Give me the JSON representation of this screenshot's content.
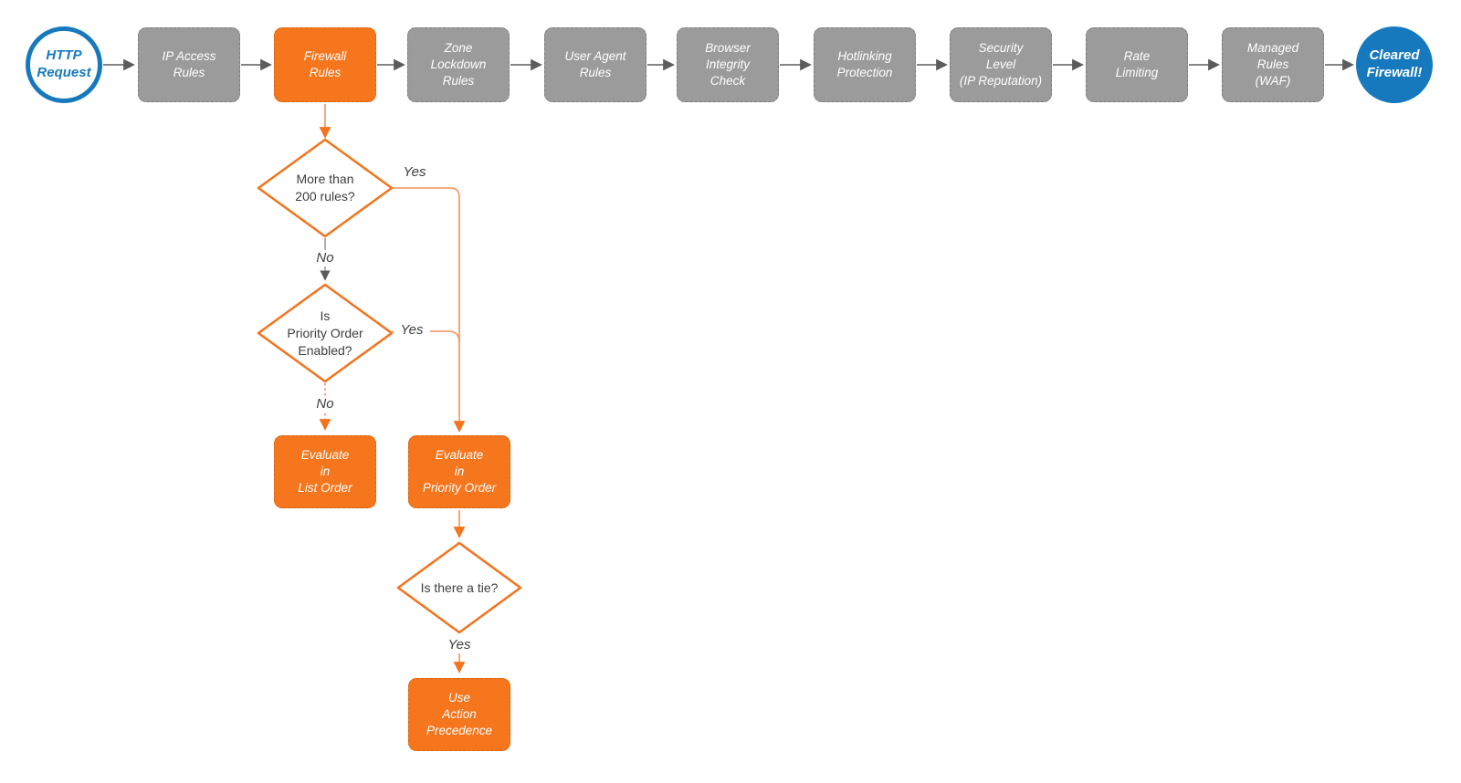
{
  "title": "HTTP request firewall evaluation flowchart",
  "colors": {
    "accent_orange": "#F5761D",
    "diamond_stroke": "#F4731C",
    "branch_line_orange": "#F5905A",
    "step_gray": "#9B9B9B",
    "brand_blue": "#1779BD",
    "connector_gray": "#5C5C5C",
    "text_dark": "#3E3E3E",
    "text_light": "#FFFFFF"
  },
  "start": {
    "label": "HTTP\nRequest"
  },
  "end": {
    "label": "Cleared\nFirewall!"
  },
  "pipeline": [
    {
      "label": "IP Access\nRules",
      "highlight": false
    },
    {
      "label": "Firewall\nRules",
      "highlight": true
    },
    {
      "label": "Zone\nLockdown\nRules",
      "highlight": false
    },
    {
      "label": "User Agent\nRules",
      "highlight": false
    },
    {
      "label": "Browser\nIntegrity\nCheck",
      "highlight": false
    },
    {
      "label": "Hotlinking\nProtection",
      "highlight": false
    },
    {
      "label": "Security\nLevel\n(IP Reputation)",
      "highlight": false
    },
    {
      "label": "Rate\nLimiting",
      "highlight": false
    },
    {
      "label": "Managed\nRules\n(WAF)",
      "highlight": false
    }
  ],
  "decisions": [
    {
      "label": "More than\n200 rules?"
    },
    {
      "label": "Is\nPriority Order\nEnabled?"
    },
    {
      "label": "Is there a tie?"
    }
  ],
  "processes": [
    {
      "label": "Evaluate\nin\nList Order"
    },
    {
      "label": "Evaluate\nin\nPriority Order"
    },
    {
      "label": "Use\nAction\nPrecedence"
    }
  ],
  "edge_labels": {
    "yes1": "Yes",
    "no1": "No",
    "yes2": "Yes",
    "no2": "No",
    "yes3": "Yes"
  }
}
